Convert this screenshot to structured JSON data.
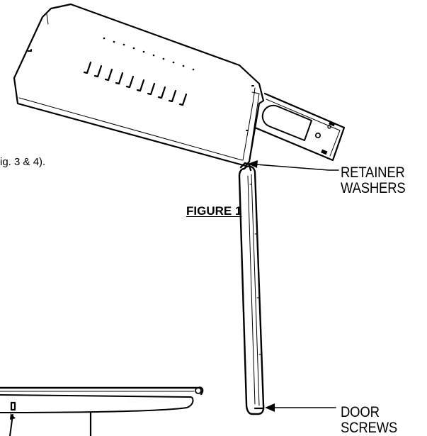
{
  "caption_fragment": "ig. 3 & 4).",
  "figure_title": "FIGURE 1",
  "callouts": {
    "retainer": {
      "line1": "RETAINER",
      "line2": "WASHERS"
    },
    "door": {
      "line1": "DOOR",
      "line2": "SCREWS"
    }
  },
  "colors": {
    "ink": "#000000",
    "paper": "#ffffff"
  }
}
